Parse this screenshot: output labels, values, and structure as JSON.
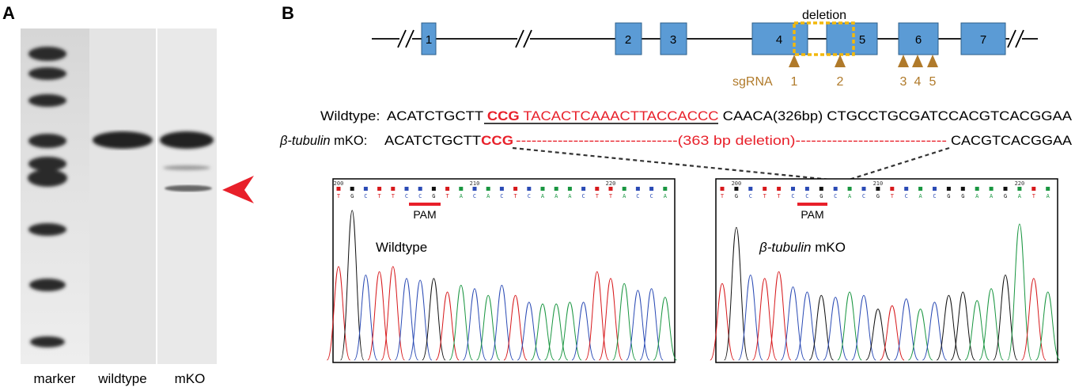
{
  "panel_a": {
    "letter": "A",
    "lane_labels": [
      "marker",
      "wildtype",
      "mKO"
    ],
    "arrow_color": "#e8202a"
  },
  "panel_b": {
    "letter": "B",
    "deletion_label": "deletion",
    "sgrna_label": "sgRNA",
    "exons": [
      "1",
      "2",
      "3",
      "4",
      "5",
      "6",
      "7"
    ],
    "sgrna_numbers": [
      "1",
      "2",
      "3",
      "4",
      "5"
    ],
    "exon_color": "#5b9bd5",
    "sgrna_color": "#b07a2a",
    "deletion_box_color": "#f2b80c",
    "sequences": {
      "wt_label": "Wildtype:",
      "wt_part1": "ACATCTGCTT",
      "wt_pam": "CCG",
      "wt_target": "TACACTCAAACTTACCACCC",
      "wt_part2": "CAACA(326bp) CTGCCTGCGATCCACGTCACGGAA",
      "ko_label_italic": "β-tubulin",
      "ko_label_rest": " mKO:",
      "ko_part1": "ACATCTGCTT",
      "ko_pam": "CCG",
      "ko_deletion": "-------------------------------(363 bp deletion)-----------------------------",
      "ko_part2": "CACGTCACGGAA",
      "highlight_color": "#e8202a"
    },
    "traces": [
      {
        "title": "Wildtype",
        "title_italic": "",
        "pam_label": "PAM",
        "bases": [
          "T",
          "G",
          "C",
          "T",
          "T",
          "C",
          "C",
          "G",
          "T",
          "A",
          "C",
          "A",
          "C",
          "T",
          "C",
          "A",
          "A",
          "A",
          "C",
          "T",
          "T",
          "A",
          "C",
          "C",
          "A"
        ],
        "pos_labels": [
          "200",
          "210",
          "220"
        ]
      },
      {
        "title": " mKO",
        "title_italic": "β-tubulin",
        "pam_label": "PAM",
        "bases": [
          "T",
          "G",
          "C",
          "T",
          "T",
          "C",
          "C",
          "G",
          "C",
          "A",
          "C",
          "G",
          "T",
          "C",
          "A",
          "C",
          "G",
          "G",
          "A",
          "A",
          "G",
          "A",
          "T",
          "A"
        ],
        "pos_labels": [
          "200",
          "210",
          "220"
        ]
      }
    ],
    "base_colors": {
      "A": "#1a9641",
      "C": "#2b4bb5",
      "G": "#111111",
      "T": "#d7191c"
    }
  }
}
